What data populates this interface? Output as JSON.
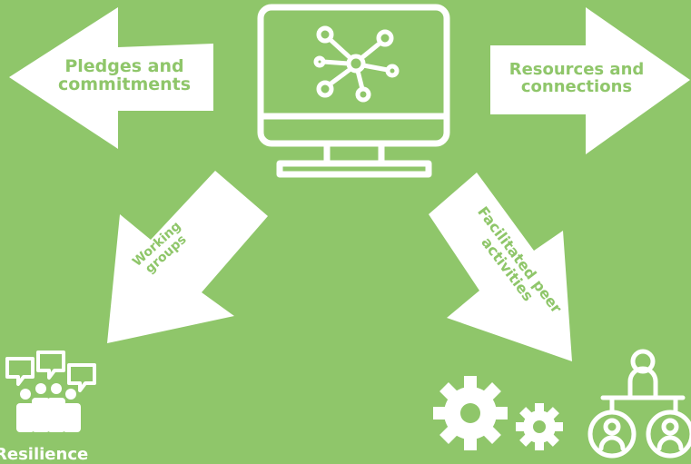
{
  "arrows": {
    "pledges": "Pledges and commitments",
    "resources": "Resources and connections",
    "working_groups": "Working groups",
    "facilitated": "Facilitated peer activities"
  },
  "bottom_label": "Resilience",
  "colors": {
    "background": "#8fc66a",
    "foreground": "#ffffff"
  },
  "icons": [
    "monitor-network-icon",
    "speech-bubbles-icon",
    "people-group-icon",
    "gears-icon",
    "mentoring-icon"
  ]
}
